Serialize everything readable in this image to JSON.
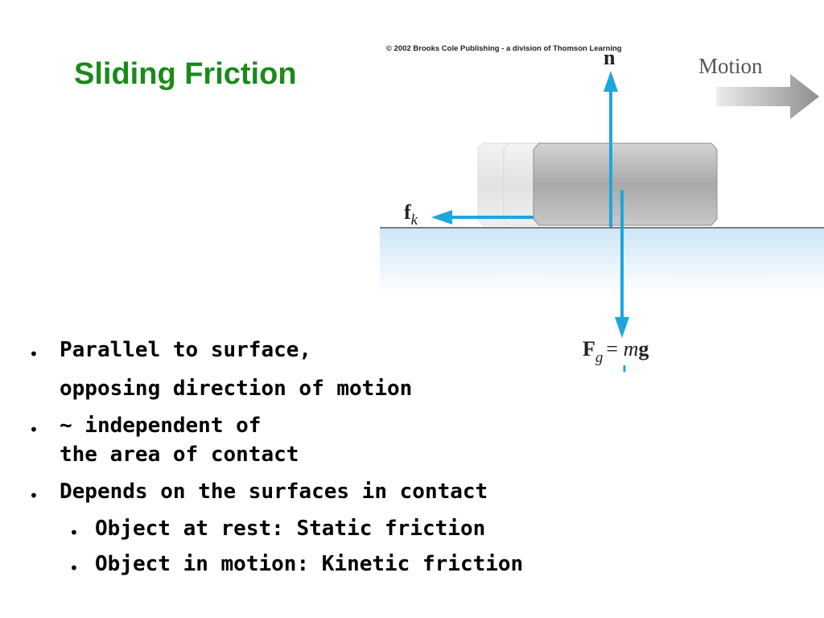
{
  "slide": {
    "title": "Sliding Friction"
  },
  "figure": {
    "copyright": "© 2002 Brooks Cole Publishing - a division of Thomson Learning",
    "motion_label": "Motion",
    "normal_force_label": "n",
    "friction_label": "f",
    "friction_subscript": "k",
    "gravity_label_main": "F",
    "gravity_subscript": "g",
    "gravity_equals": "= ",
    "gravity_mass": "m",
    "gravity_g": "g",
    "colors": {
      "arrow": "#1ea6dd",
      "motion_arrow": "#9e9e9e",
      "title": "#1a8a1a"
    }
  },
  "bullets": [
    {
      "line1": "Parallel to surface,",
      "line2": "opposing direction of motion"
    },
    {
      "line1": "~ independent of",
      "line2": "the area of contact"
    },
    {
      "line1": "Depends on the surfaces in contact"
    }
  ],
  "sub_bullets": [
    {
      "text": "Object at rest: Static friction"
    },
    {
      "text": "Object in motion: Kinetic friction"
    }
  ]
}
